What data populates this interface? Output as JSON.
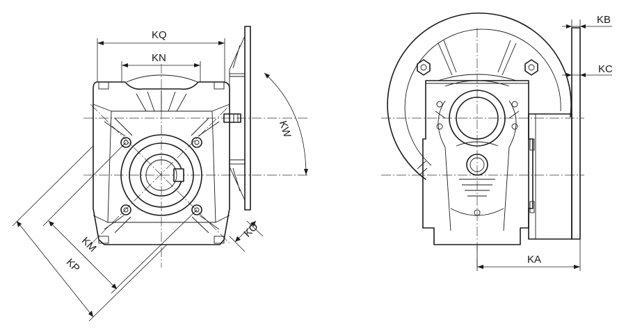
{
  "dimensions": {
    "KQ": "KQ",
    "KN": "KN",
    "KW": "KW",
    "KO": "KO",
    "KM": "KM",
    "KP": "KP",
    "KB": "KB",
    "KC": "KC",
    "KA": "KA"
  },
  "colors": {
    "line": "#1a1a1a",
    "background": "#ffffff"
  }
}
